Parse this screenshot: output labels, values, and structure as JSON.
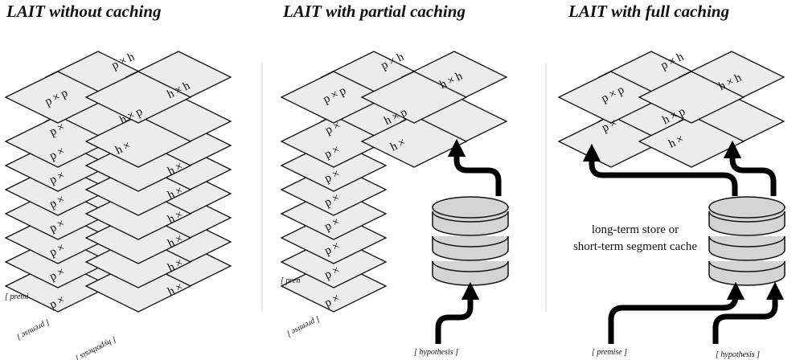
{
  "panels": [
    {
      "title": "LAIT without caching"
    },
    {
      "title": "LAIT with partial caching"
    },
    {
      "title": "LAIT with full caching"
    }
  ],
  "cells": {
    "ph": "p × h",
    "pp": "p × p",
    "hp": "h × p",
    "hh": "h × h",
    "p_trunc": "p ×",
    "h_trunc": "h ×"
  },
  "inputs": {
    "premise": "[ premise ]",
    "premise_trunc": "[ premi",
    "premise_trunc2": "[ pren",
    "premise_rotated": "[ premise ]",
    "hypothesis": "[ hypothesis ]",
    "hypothesis_rotated": "[ hypothesis ]"
  },
  "store_label": {
    "line1": "long-term store or",
    "line2": "short-term segment cache"
  },
  "colors": {
    "cell_fill": "#ececec",
    "database_fill": "#d4d4d4",
    "stroke": "#111111"
  }
}
